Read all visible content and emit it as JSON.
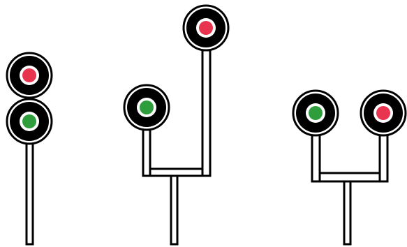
{
  "colors": {
    "background": "#ffffff",
    "outline": "#000000",
    "lamp_red": "#e8344e",
    "lamp_green": "#2e9e3c"
  },
  "signals": [
    {
      "id": "signal-stacked",
      "lamps": [
        {
          "position": "upper",
          "color": "red"
        },
        {
          "position": "lower",
          "color": "green"
        }
      ]
    },
    {
      "id": "signal-bracket-offset",
      "lamps": [
        {
          "position": "left-low",
          "color": "green"
        },
        {
          "position": "right-high",
          "color": "red"
        }
      ]
    },
    {
      "id": "signal-bracket-level",
      "lamps": [
        {
          "position": "left",
          "color": "green"
        },
        {
          "position": "right",
          "color": "red"
        }
      ]
    }
  ]
}
